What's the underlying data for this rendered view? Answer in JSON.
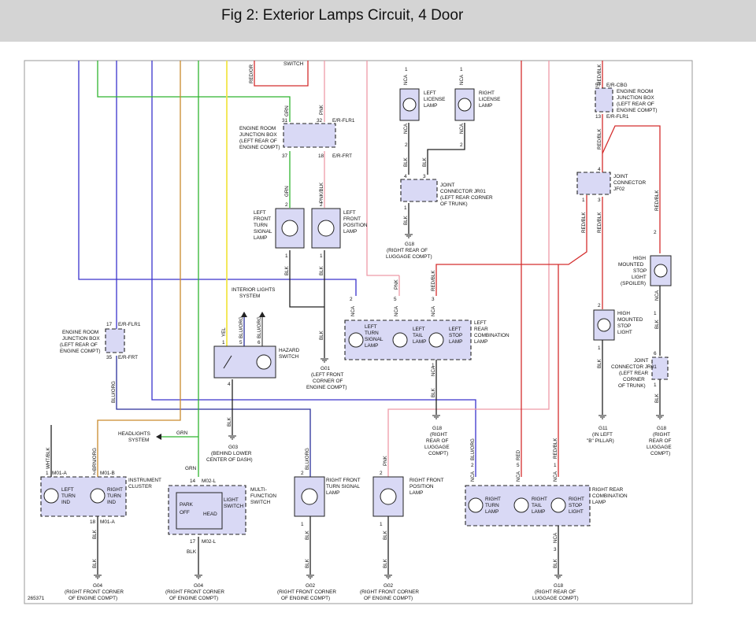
{
  "title": "Fig 2: Exterior Lamps Circuit, 4 Door",
  "figure_id": "265371",
  "colors": {
    "blue": "#3a33cc",
    "navy": "#2a2f9a",
    "green": "#2fb52f",
    "yellow": "#f2e64a",
    "orange": "#c98a2c",
    "red": "#d42e2e",
    "pink": "#ee9aa8",
    "black": "#222222",
    "box_fill": "#d9d9f5"
  },
  "switch_label": "SWITCH",
  "wire_codes": {
    "red_or": "RED/OR",
    "grn": "GRN",
    "pnk": "PNK",
    "pnk_blk": "PNK/BLK",
    "blk": "BLK",
    "yel": "YEL",
    "blu_org": "BLU/ORG",
    "wht_blk": "WHT/BLK",
    "brn_org": "BRN/ORG",
    "red_blk": "RED/BLK",
    "red": "RED",
    "nca": "NCA"
  },
  "connectors": {
    "e_r_flr1": "E/R-FLR1",
    "e_r_frt": "E/R-FRT",
    "e_r_cbg": "E/R-CBG",
    "m01_a": "M01-A",
    "m01_b": "M01-B",
    "m02_l": "M02-L"
  },
  "components": {
    "erjb_top": [
      "ENGINE ROOM",
      "JUNCTION BOX",
      "(LEFT REAR OF",
      "ENGINE COMPT)"
    ],
    "erjb_left": [
      "ENGINE ROOM",
      "JUNCTION BOX",
      "(LEFT REAR OF",
      "ENGINE COMPT)"
    ],
    "erjb_right": [
      "ENGINE ROOM",
      "JUNCTION BOX",
      "(LEFT REAR OF",
      "ENGINE COMPT)"
    ],
    "left_license": [
      "LEFT",
      "LICENSE",
      "LAMP"
    ],
    "right_license": [
      "RIGHT",
      "LICENSE",
      "LAMP"
    ],
    "joint_jr01_top": [
      "JOINT",
      "CONNECTOR JR01",
      "(LEFT REAR CORNER",
      "OF TRUNK)"
    ],
    "joint_jf02": [
      "JOINT",
      "CONNECTOR",
      "JF02"
    ],
    "left_front_turn": [
      "LEFT",
      "FRONT",
      "TURN",
      "SIGNAL",
      "LAMP"
    ],
    "left_front_position": [
      "LEFT",
      "FRONT",
      "POSITION",
      "LAMP"
    ],
    "interior_lights": [
      "INTERIOR LIGHTS",
      "SYSTEM"
    ],
    "hazard_switch": [
      "HAZARD",
      "SWITCH"
    ],
    "left_rear_combo": [
      "LEFT",
      "REAR",
      "COMBINATION",
      "LAMP"
    ],
    "lr_turn": [
      "LEFT",
      "TURN",
      "SIGNAL",
      "LAMP"
    ],
    "lr_tail": [
      "LEFT",
      "TAIL",
      "LAMP"
    ],
    "lr_stop": [
      "LEFT",
      "STOP",
      "LAMP"
    ],
    "high_mount_spoiler": [
      "HIGH",
      "MOUNTED",
      "STOP",
      "LIGHT",
      "(SPOILER)"
    ],
    "high_mount_stop": [
      "HIGH",
      "MOUNTED",
      "STOP",
      "LIGHT"
    ],
    "joint_jr01_right": [
      "JOINT",
      "CONNECTOR JR01",
      "(LEFT REAR",
      "CORNER",
      "OF TRUNK)"
    ],
    "headlights_system": [
      "HEADLIGHTS",
      "SYSTEM"
    ],
    "instrument_cluster": [
      "INSTRUMENT",
      "CLUSTER"
    ],
    "left_turn_ind": [
      "LEFT",
      "TURN",
      "IND"
    ],
    "right_turn_ind": [
      "RIGHT",
      "TURN",
      "IND"
    ],
    "multi_function": [
      "MULTI-",
      "FUNCTION",
      "SWITCH"
    ],
    "light_switch": [
      "LIGHT",
      "SWITCH"
    ],
    "park": "PARK",
    "off": "OFF",
    "head": "HEAD",
    "right_front_turn": [
      "RIGHT FRONT",
      "TURN SIGNAL",
      "LAMP"
    ],
    "right_front_position": [
      "RIGHT FRONT",
      "POSITION",
      "LAMP"
    ],
    "right_rear_combo": [
      "RIGHT REAR",
      "COMBINATION",
      "LAMP"
    ],
    "rr_turn": [
      "RIGHT",
      "TURN",
      "LAMP"
    ],
    "rr_tail": [
      "RIGHT",
      "TAIL",
      "LAMP"
    ],
    "rr_stop": [
      "RIGHT",
      "STOP",
      "LIGHT"
    ]
  },
  "grounds": {
    "g18_top": [
      "G18",
      "(RIGHT REAR OF",
      "LUGGAGE COMPT)"
    ],
    "g01": [
      "G01",
      "(LEFT FRONT",
      "CORNER OF",
      "ENGINE COMPT)"
    ],
    "g03": [
      "G03",
      "(BEHIND LOWER",
      "CENTER OF DASH)"
    ],
    "g18_mid": [
      "G18",
      "(RIGHT",
      "REAR OF",
      "LUGGAGE",
      "COMPT)"
    ],
    "g11": [
      "G11",
      "(IN LEFT",
      "\"B\" PILLAR)"
    ],
    "g18_right": [
      "G18",
      "(RIGHT",
      "REAR OF",
      "LUGGAGE",
      "COMPT)"
    ],
    "g04_a": [
      "G04",
      "(RIGHT FRONT CORNER",
      "OF ENGINE COMPT)"
    ],
    "g04_b": [
      "G04",
      "(RIGHT FRONT CORNER",
      "OF ENGINE COMPT)"
    ],
    "g02_a": [
      "G02",
      "(RIGHT FRONT CORNER",
      "OF ENGINE COMPT)"
    ],
    "g02_b": [
      "G02",
      "(RIGHT FRONT CORNER",
      "OF ENGINE COMPT)"
    ],
    "g18_bottom": [
      "G18",
      "(RIGHT REAR OF",
      "LUGGAGE COMPT)"
    ]
  }
}
